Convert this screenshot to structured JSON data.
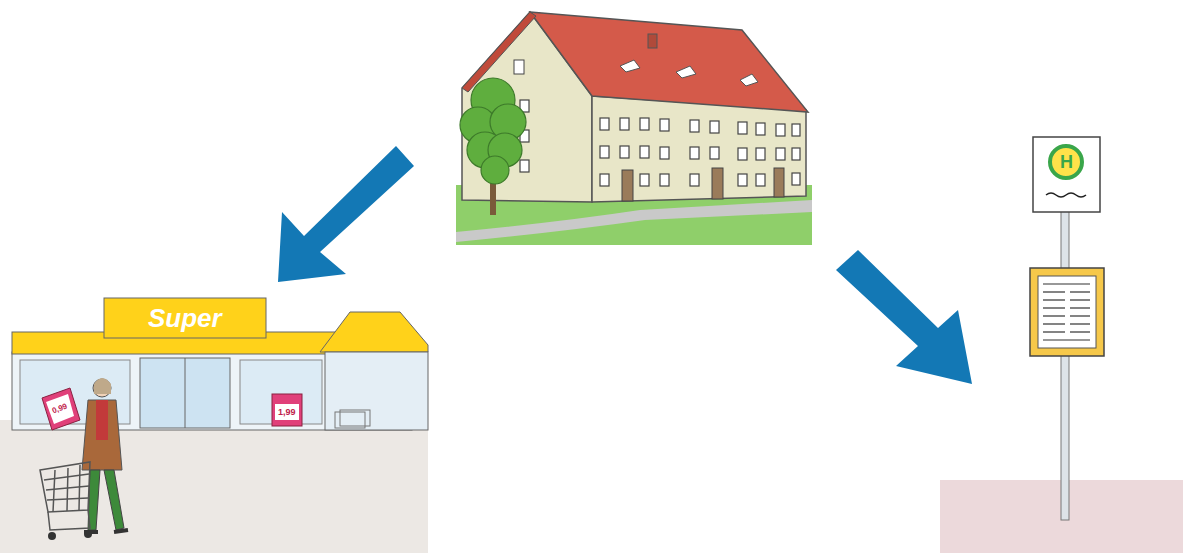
{
  "diagram": {
    "labels": [
      "Super",
      "0,99",
      "1,99",
      "H"
    ]
  }
}
